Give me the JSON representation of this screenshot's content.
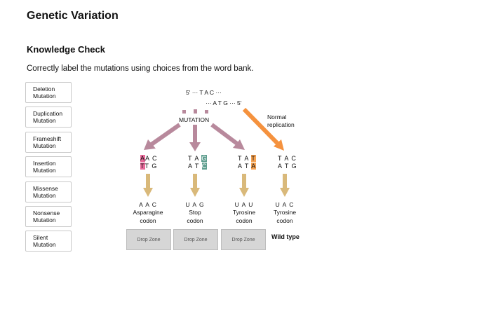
{
  "page": {
    "title": "Genetic Variation",
    "section_title": "Knowledge Check",
    "instructions": "Correctly label the mutations using choices from the word bank."
  },
  "word_bank": [
    {
      "line1": "Deletion",
      "line2": "Mutation"
    },
    {
      "line1": "Duplication",
      "line2": "Mutation"
    },
    {
      "line1": "Frameshift",
      "line2": "Mutation"
    },
    {
      "line1": "Insertion",
      "line2": "Mutation"
    },
    {
      "line1": "Missense",
      "line2": "Mutation"
    },
    {
      "line1": "Nonsense",
      "line2": "Mutation"
    },
    {
      "line1": "Silent",
      "line2": "Mutation"
    }
  ],
  "diagram": {
    "top_strand": "5' ··· T A C ···",
    "bottom_strand": "··· A T G ··· 5'",
    "mutation_label": "MUTATION",
    "normal_label_1": "Normal",
    "normal_label_2": "replication",
    "columns": [
      {
        "top_pre": "",
        "top_hl": "A",
        "top_post": "A C",
        "bot_pre": "",
        "bot_hl": "T",
        "bot_post": "T G",
        "result": "A A C",
        "amino": "Asparagine",
        "codon_word": "codon"
      },
      {
        "top_pre": "T A ",
        "top_hl": "G",
        "top_post": "",
        "bot_pre": "A T ",
        "bot_hl": "C",
        "bot_post": "",
        "result": "U A G",
        "amino": "Stop",
        "codon_word": "codon"
      },
      {
        "top_pre": "T A ",
        "top_hl": "T",
        "top_post": "",
        "bot_pre": "A T ",
        "bot_hl": "A",
        "bot_post": "",
        "result": "U A U",
        "amino": "Tyrosine",
        "codon_word": "codon"
      },
      {
        "top_pre": "T A C",
        "top_hl": "",
        "top_post": "",
        "bot_pre": "A T G",
        "bot_hl": "",
        "bot_post": "",
        "result": "U A C",
        "amino": "Tyrosine",
        "codon_word": "codon"
      }
    ],
    "drop_zones": [
      "Drop Zone",
      "Drop Zone",
      "Drop Zone"
    ],
    "wild_type_label": "Wild type"
  },
  "colors": {
    "mauve_arrow": "#b8899c",
    "orange_arrow": "#f5923e",
    "tan_arrow": "#d9b97a",
    "highlight_pink": "#e86a9a",
    "highlight_teal": "#5f9e8f",
    "highlight_orange": "#f6a352"
  }
}
